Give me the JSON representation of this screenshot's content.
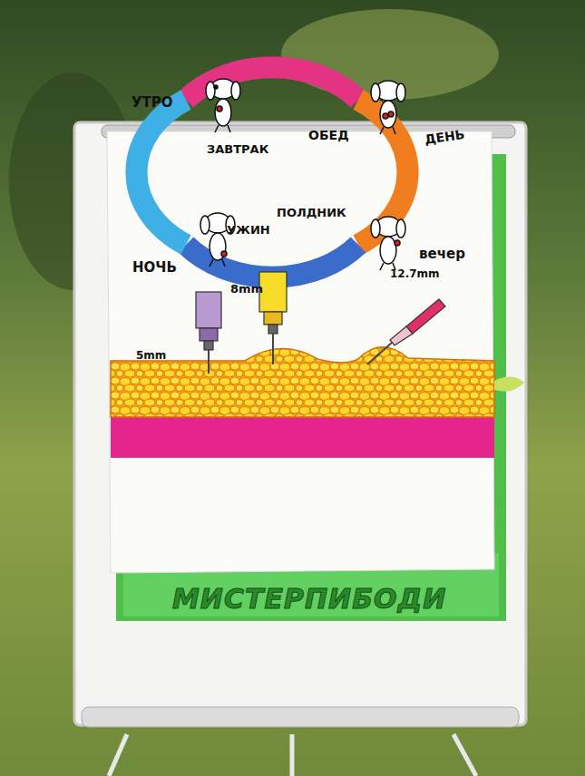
{
  "diagram": {
    "labels": [
      "УТРО",
      "ЗАВТРАК",
      "ОБЕД",
      "ДЕНЬ",
      "ПОЛДНИК",
      "УЖИН",
      "вечер",
      "НОЧЬ",
      "5mm",
      "8mm",
      "12.7mm",
      "МИСТЕРПИБОДИ"
    ]
  }
}
